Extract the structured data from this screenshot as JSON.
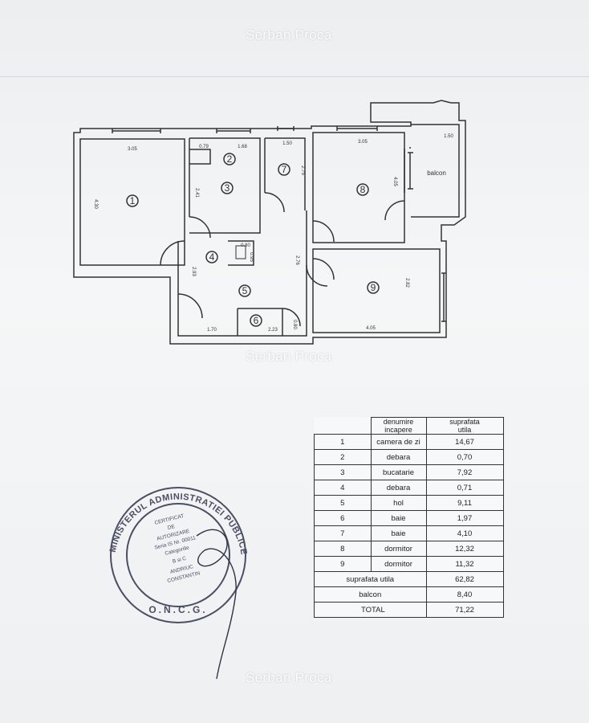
{
  "watermarks": [
    "Serban Proca",
    "Serban Proca",
    "Serban Proca"
  ],
  "plan": {
    "rooms": [
      "1",
      "2",
      "3",
      "4",
      "5",
      "6",
      "7",
      "8",
      "9"
    ],
    "balcony_label": "balcon",
    "dimensions": [
      "3.05",
      "4.30",
      "0.79",
      "1.68",
      "1.50",
      "3.05",
      "1.50",
      "2.41",
      "2.75",
      "4.05",
      "0.80",
      "0.95",
      "2.93",
      "2.76",
      "2.82",
      "1.70",
      "2.23",
      "0.80",
      "4.05"
    ]
  },
  "table": {
    "header": {
      "col1": "denumire\nincapere",
      "col2": "suprafata\nutila"
    },
    "rows": [
      {
        "nr": "1",
        "name": "camera de zi",
        "area": "14,67"
      },
      {
        "nr": "2",
        "name": "debara",
        "area": "0,70"
      },
      {
        "nr": "3",
        "name": "bucatarie",
        "area": "7,92"
      },
      {
        "nr": "4",
        "name": "debara",
        "area": "0,71"
      },
      {
        "nr": "5",
        "name": "hol",
        "area": "9,11"
      },
      {
        "nr": "6",
        "name": "baie",
        "area": "1,97"
      },
      {
        "nr": "7",
        "name": "baie",
        "area": "4,10"
      },
      {
        "nr": "8",
        "name": "dormitor",
        "area": "12,32"
      },
      {
        "nr": "9",
        "name": "dormitor",
        "area": "11,32"
      }
    ],
    "totals": [
      {
        "label": "suprafata utila",
        "area": "62,82"
      },
      {
        "label": "balcon",
        "area": "8,40"
      },
      {
        "label": "TOTAL",
        "area": "71,22"
      }
    ]
  },
  "stamp": {
    "outer_text": "MINISTERUL ADMINISTRATIEI PUBLICE",
    "bottom_text": "O.N.C.G.",
    "inner_lines": [
      "CERTIFICAT",
      "DE",
      "AUTORIZARE",
      "Seria IS Nr. 00011",
      "Categoriile",
      "B si C",
      "ANDRIUC",
      "CONSTANTIN"
    ]
  },
  "colors": {
    "ink": "#333333",
    "stamp_ink": "#4a4f63",
    "paper": "#f1f2f4"
  }
}
